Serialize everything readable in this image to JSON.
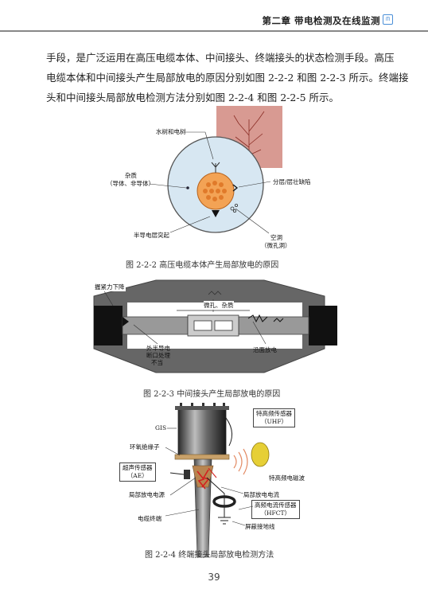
{
  "header": {
    "chapter_title": "第二章  带电检测及在线监测",
    "icon": "book-icon"
  },
  "body": {
    "paragraph_lines": [
      "手段，是广泛运用在高压电缆本体、中间接头、终端接头的状态检测手段。高压",
      "电缆本体和中间接头产生局部放电的原因分别如图 2-2-2 和图 2-2-3 所示。终端接",
      "头和中间接头局部放电检测方法分别如图 2-2-4 和图 2-2-5 所示。"
    ]
  },
  "figure1": {
    "caption": "图 2-2-2   高压电缆本体产生局部放电的原因",
    "labels": {
      "water_tree": "水树和电树",
      "impurity": "杂质",
      "impurity_note": "（导体、非导体）",
      "delamination": "分层/层壮缺陷",
      "semi_conductor": "半导电层突起",
      "void": "空洞",
      "void_note": "（微孔洞）"
    }
  },
  "figure2": {
    "caption": "图 2-2-3   中间接头产生局部放电的原因",
    "labels": {
      "tension_drop": "握紧力下降",
      "pore_impurity": "微孔、杂质",
      "outer_semi_1": "外半导电",
      "outer_semi_2": "断口处理",
      "outer_semi_3": "不当",
      "surface_discharge": "沿面放电"
    }
  },
  "figure3": {
    "caption": "图 2-2-4   终端接头局部放电检测方法",
    "labels": {
      "gis": "GIS",
      "epoxy": "环氧绝缘子",
      "ae_1": "超声传感器",
      "ae_2": "（AE）",
      "pd_source": "局部放电电源",
      "cable_terminal": "电缆终端",
      "uhf_1": "特高频传感器",
      "uhf_2": "（UHF）",
      "uhf_wave": "特高频电磁波",
      "pd_current": "局部放电电流",
      "hfct_1": "高频电流传感器",
      "hfct_2": "（HFCT）",
      "shield_ground": "屏蔽接地线"
    }
  },
  "footer": {
    "page_number": "39"
  }
}
